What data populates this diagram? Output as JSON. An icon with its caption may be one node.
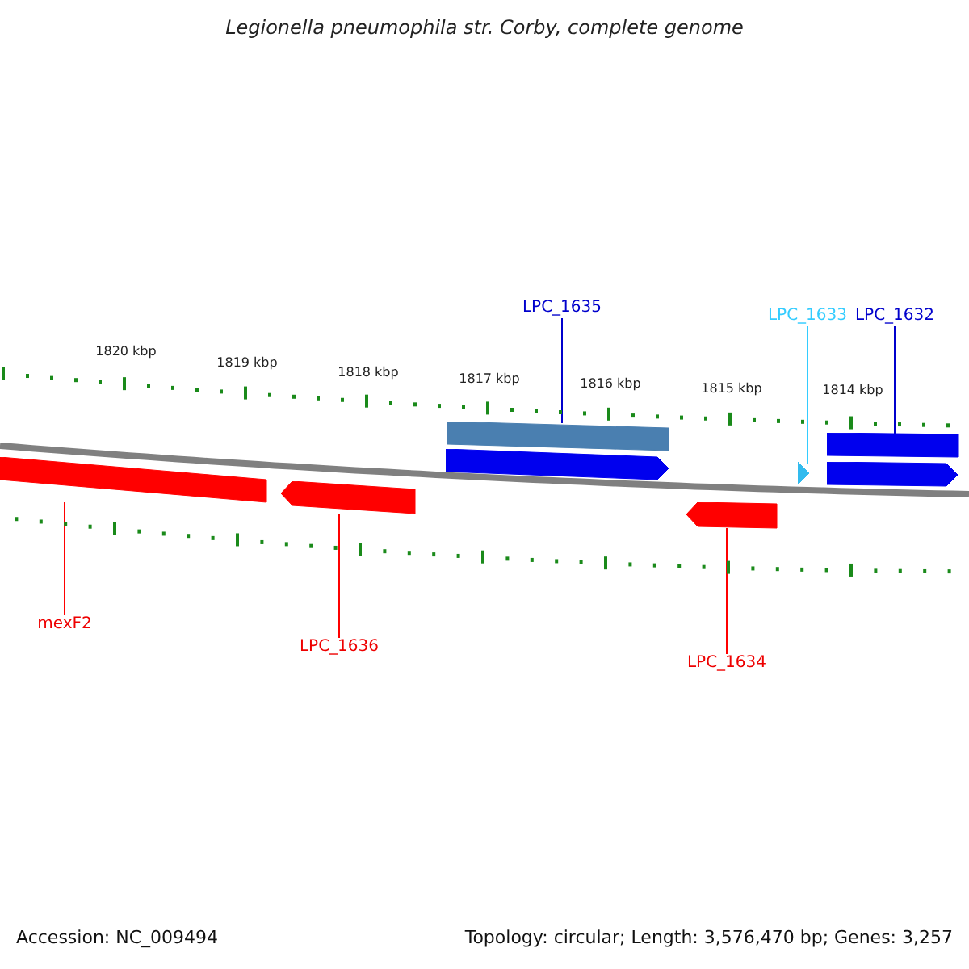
{
  "diagram": {
    "title": "Legionella pneumophila str. Corby, complete genome",
    "nodes": [
      {
        "text": [
          "LPC_1635"
        ]
      },
      {
        "text": [
          "LPC_1633"
        ]
      },
      {
        "text": [
          "LPC_1632"
        ]
      },
      {
        "text": [
          "mexF2"
        ]
      },
      {
        "text": [
          "LPC_1636"
        ]
      },
      {
        "text": [
          "LPC_1634"
        ]
      },
      {
        "text": [],
        "shape": "bar"
      },
      {
        "text": [],
        "shape": "arrow"
      },
      {
        "text": [],
        "shape": "bar"
      },
      {
        "text": [],
        "shape": "arrow"
      },
      {
        "text": [],
        "shape": "arrow"
      },
      {
        "text": [],
        "shape": "bar"
      },
      {
        "text": [],
        "shape": "arrow"
      },
      {
        "text": [],
        "shape": "arrow"
      }
    ],
    "edges": [
      {
        "from": 0,
        "to": 8,
        "arrow": "none",
        "color": "#0000cc"
      },
      {
        "from": 1,
        "to": 10,
        "arrow": "none",
        "color": "#33ccff"
      },
      {
        "from": 2,
        "to": 11,
        "arrow": "none",
        "color": "#0000cc"
      },
      {
        "from": 3,
        "to": 6,
        "arrow": "none",
        "color": "#ff0000"
      },
      {
        "from": 4,
        "to": 7,
        "arrow": "none",
        "color": "#ff0000"
      },
      {
        "from": 5,
        "to": 13,
        "arrow": "none",
        "color": "#ff0000"
      }
    ],
    "labels": [
      "1820 kbp",
      "1819 kbp",
      "1818 kbp",
      "1817 kbp",
      "1816 kbp",
      "1815 kbp",
      "1814 kbp",
      "Accession: NC_009494",
      "Topology: circular; Length: 3,576,470 bp; Genes: 3,257"
    ]
  }
}
